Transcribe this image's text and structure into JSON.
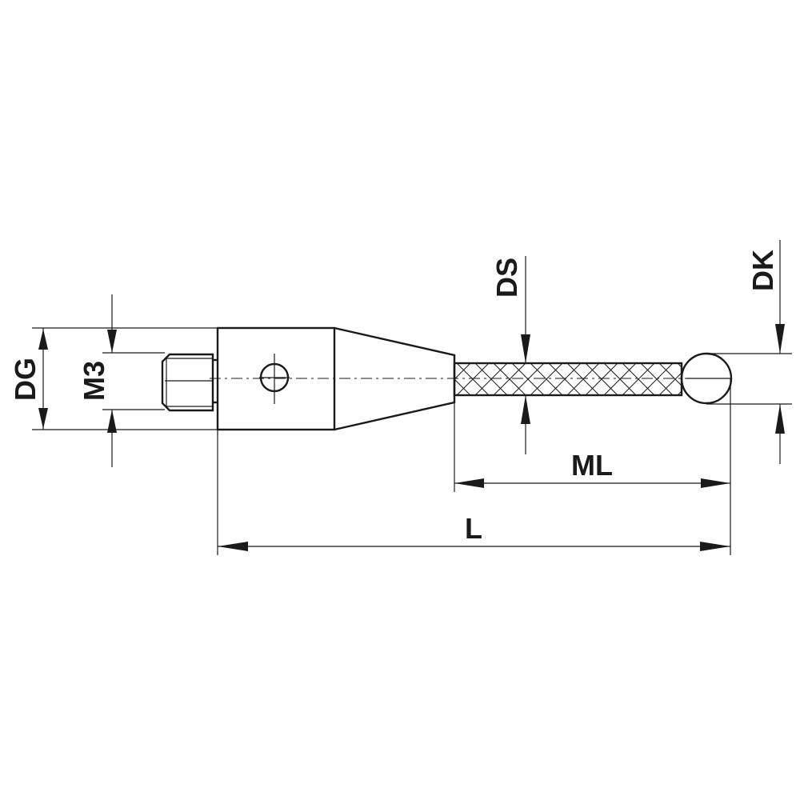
{
  "drawing": {
    "subject": "stylus with M3 thread, tapered body, carbon fiber shaft and ball tip",
    "labels": {
      "dg": "DG",
      "m3": "M3",
      "ds": "DS",
      "dk": "DK",
      "ml": "ML",
      "l": "L"
    },
    "colors": {
      "line": "#1a1a1a",
      "background": "#ffffff"
    }
  }
}
